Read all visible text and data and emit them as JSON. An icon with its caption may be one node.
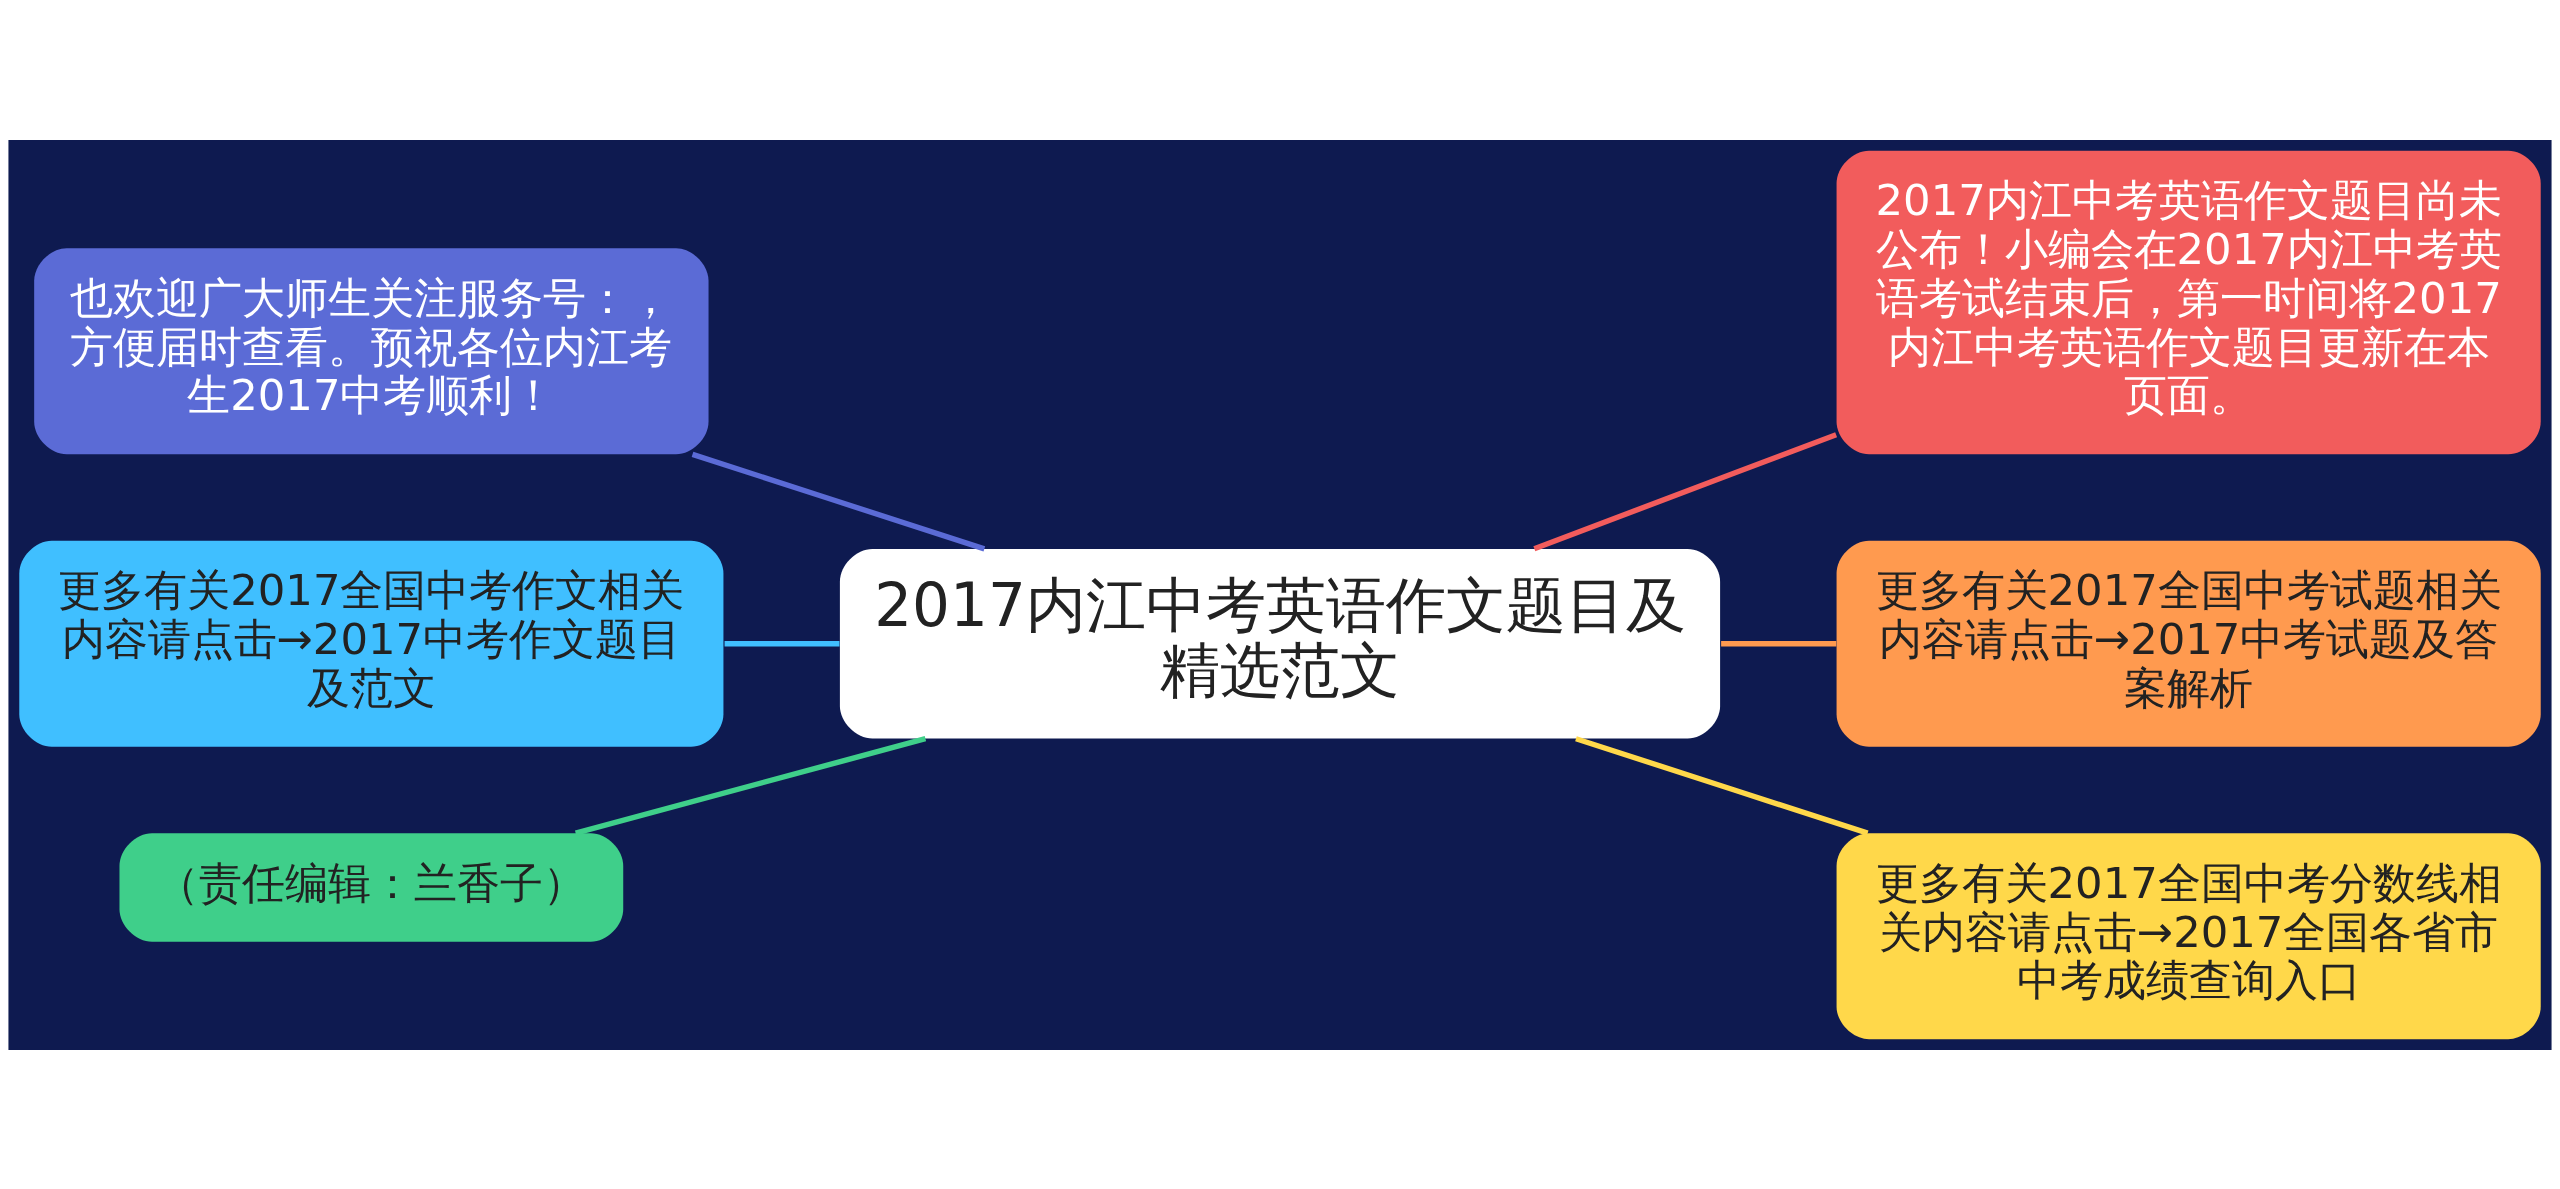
{
  "diagram": {
    "nodes": [
      {
        "text": [
          "2017内江中考英语作文题目及精选范文"
        ]
      },
      {
        "text": [
          "也欢迎广大师生关注服务号：，方便届时查看。预祝各位内江考生2017中考顺利！"
        ]
      },
      {
        "text": [
          "更多有关2017全国中考作文相关内容请点击→2017中考作文题目及范文"
        ]
      },
      {
        "text": [
          "（责任编辑：兰香子）"
        ]
      },
      {
        "text": [
          "2017内江中考英语作文题目尚未公布！小编会在2017内江中考英语考试结束后，第一时间将2017内江中考英语作文题目更新在本页面。"
        ]
      },
      {
        "text": [
          "更多有关2017全国中考试题相关内容请点击→2017中考试题及答案解析"
        ]
      },
      {
        "text": [
          "更多有关2017全国中考分数线相关内容请点击→2017全国各省市中考成绩查询入口"
        ]
      }
    ],
    "edges": [
      {
        "from": 0,
        "to": 1,
        "arrow": "none",
        "color": "#5b6bd6"
      },
      {
        "from": 0,
        "to": 2,
        "arrow": "none",
        "color": "#40bfff"
      },
      {
        "from": 0,
        "to": 3,
        "arrow": "none",
        "color": "#3fcf8a"
      },
      {
        "from": 0,
        "to": 4,
        "arrow": "none",
        "color": "#f25c5c"
      },
      {
        "from": 0,
        "to": 5,
        "arrow": "none",
        "color": "#ff9a4f"
      },
      {
        "from": 0,
        "to": 6,
        "arrow": "none",
        "color": "#ffd84a"
      }
    ]
  }
}
